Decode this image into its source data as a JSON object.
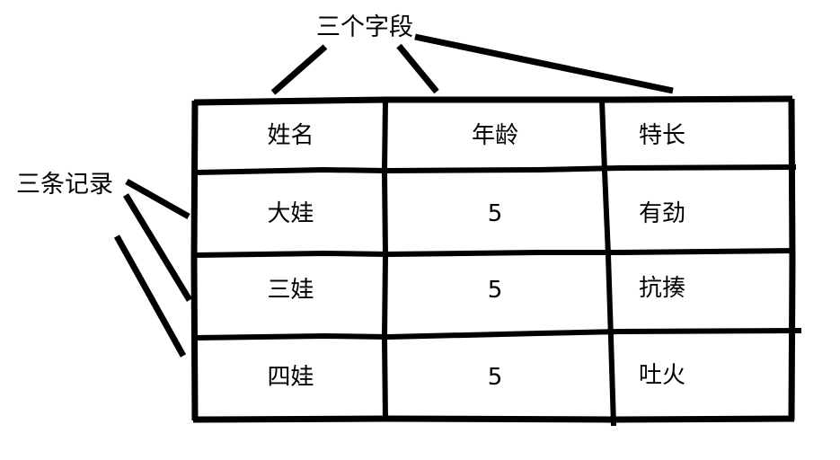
{
  "diagram": {
    "title_visible": false,
    "ink_color": "#000000",
    "background_color": "#ffffff",
    "annotations": [
      {
        "id": "fields-label",
        "text": "三个字段",
        "meaning": "three fields",
        "position": "top-center",
        "leader_line_count": 3,
        "points_to": [
          "column-1-header",
          "column-2-header",
          "column-3-header"
        ]
      },
      {
        "id": "records-label",
        "text": "三条记录",
        "meaning": "three records",
        "position": "left-middle",
        "leader_line_count": 3,
        "points_to": [
          "row-1",
          "row-2",
          "row-3"
        ]
      }
    ]
  },
  "table": {
    "columns": [
      {
        "key": "name",
        "header": "姓名"
      },
      {
        "key": "age",
        "header": "年龄"
      },
      {
        "key": "skill",
        "header": "特长"
      }
    ],
    "rows": [
      {
        "name": "大娃",
        "age": "5",
        "skill": "有劲"
      },
      {
        "name": "三娃",
        "age": "5",
        "skill": "抗揍"
      },
      {
        "name": "四娃",
        "age": "5",
        "skill": "吐火"
      }
    ]
  }
}
